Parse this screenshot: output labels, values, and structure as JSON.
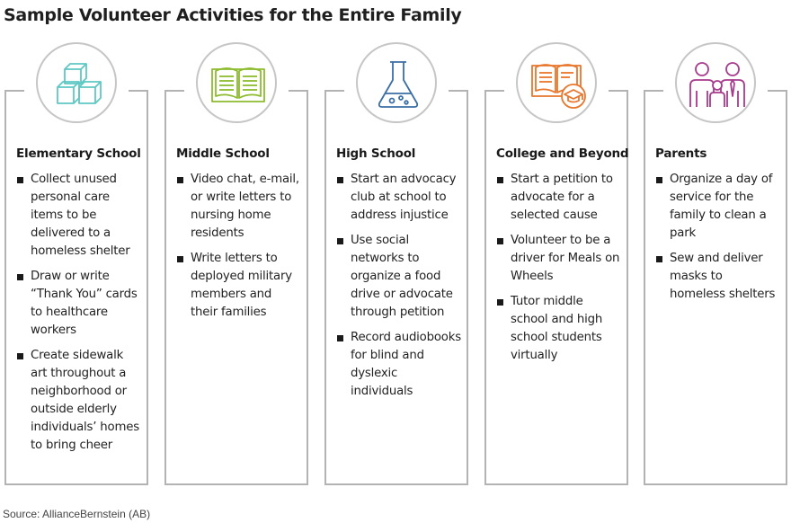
{
  "title": "Sample Volunteer Activities for the Entire Family",
  "source": "Source: AllianceBernstein (AB)",
  "colors": {
    "elementary_icon": "#5ec8c4",
    "middle_icon": "#8dbb2e",
    "high_icon": "#3b6ea5",
    "college_icon": "#e8762b",
    "parents_icon": "#a63a8c",
    "frame": "#b3b3b3"
  },
  "columns": [
    {
      "heading": "Elementary School",
      "icon": "blocks-icon",
      "items": [
        "Collect unused personal care items to be delivered to a homeless shelter",
        "Draw or write “Thank You” cards to healthcare workers",
        "Create sidewalk art throughout a neighborhood or outside elderly individuals’ homes to bring cheer"
      ]
    },
    {
      "heading": "Middle School",
      "icon": "open-book-icon",
      "items": [
        "Video chat, e-mail, or write letters to nursing home residents",
        "Write letters to deployed military members and their families"
      ]
    },
    {
      "heading": "High School",
      "icon": "flask-icon",
      "items": [
        "Start an advocacy club at school to address injustice",
        "Use social networks to organize a food drive or advocate through petition",
        "Record audiobooks for blind and dyslexic individuals"
      ]
    },
    {
      "heading": "College and Beyond",
      "icon": "book-graduation-cap-icon",
      "items": [
        "Start a petition to advocate for a selected cause",
        "Volunteer to be a driver for Meals on Wheels",
        "Tutor middle school and high school students virtually"
      ]
    },
    {
      "heading": "Parents",
      "icon": "parents-child-icon",
      "items": [
        "Organize a day of service for the family to clean a park",
        "Sew and deliver masks to homeless shelters"
      ]
    }
  ]
}
